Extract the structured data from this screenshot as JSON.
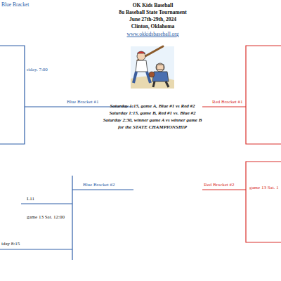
{
  "diagram": {
    "title": "OK Kids Baseball",
    "labels": [
      "Blue Bracket",
      "8u Baseball State Tournament",
      "June 27th-29th, 2024",
      "Clinton, Oklahoma",
      "www.okkidsbaseball.org",
      "Saturday 1:15, game A, Blue #1 vs Red #2",
      "Saturday 1:15, game B, Red #1 vs. Blue #2",
      "Saturday 2:30, winner game A vs winner game B",
      "for the STATE CHAMPIONSHIP",
      "riday. 7:00",
      "Blue Bracket #1",
      "Red Bracket #1",
      "L11",
      "game 13 Sat. 12:00",
      "iday 8:15",
      "Blue Bracket #2",
      "Red Bracket #2",
      "game 13 Sat. 1"
    ]
  }
}
